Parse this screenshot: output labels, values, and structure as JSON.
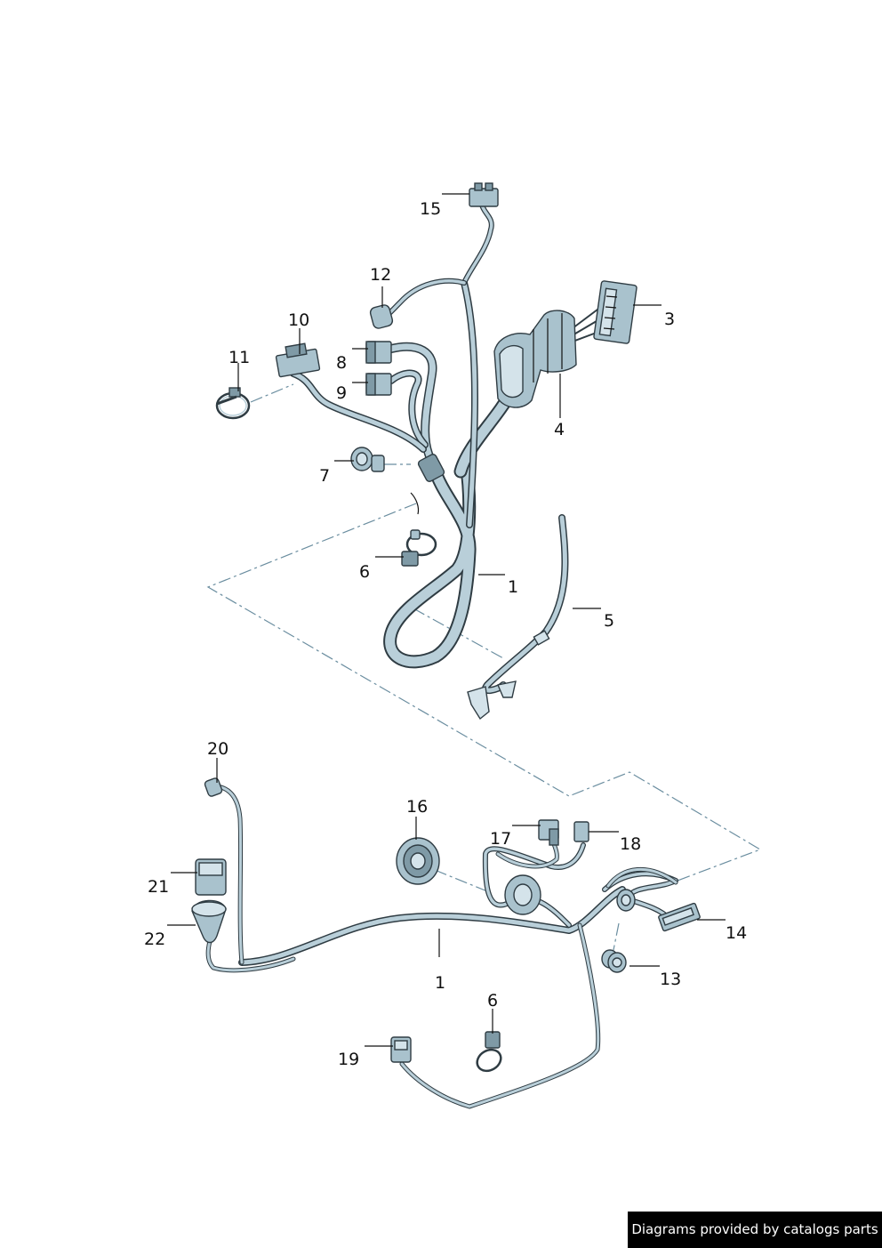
{
  "footer": {
    "text": "Diagrams provided by catalogs parts"
  },
  "labels": [
    {
      "id": "15",
      "text": "15"
    },
    {
      "id": "12",
      "text": "12"
    },
    {
      "id": "3",
      "text": "3"
    },
    {
      "id": "10",
      "text": "10"
    },
    {
      "id": "11",
      "text": "11"
    },
    {
      "id": "8",
      "text": "8"
    },
    {
      "id": "9",
      "text": "9"
    },
    {
      "id": "4",
      "text": "4"
    },
    {
      "id": "7",
      "text": "7"
    },
    {
      "id": "6a",
      "text": "6"
    },
    {
      "id": "1a",
      "text": "1"
    },
    {
      "id": "5",
      "text": "5"
    },
    {
      "id": "20",
      "text": "20"
    },
    {
      "id": "16",
      "text": "16"
    },
    {
      "id": "17",
      "text": "17"
    },
    {
      "id": "18",
      "text": "18"
    },
    {
      "id": "21",
      "text": "21"
    },
    {
      "id": "22",
      "text": "22"
    },
    {
      "id": "14",
      "text": "14"
    },
    {
      "id": "1b",
      "text": "1"
    },
    {
      "id": "13",
      "text": "13"
    },
    {
      "id": "6b",
      "text": "6"
    },
    {
      "id": "19",
      "text": "19"
    }
  ]
}
